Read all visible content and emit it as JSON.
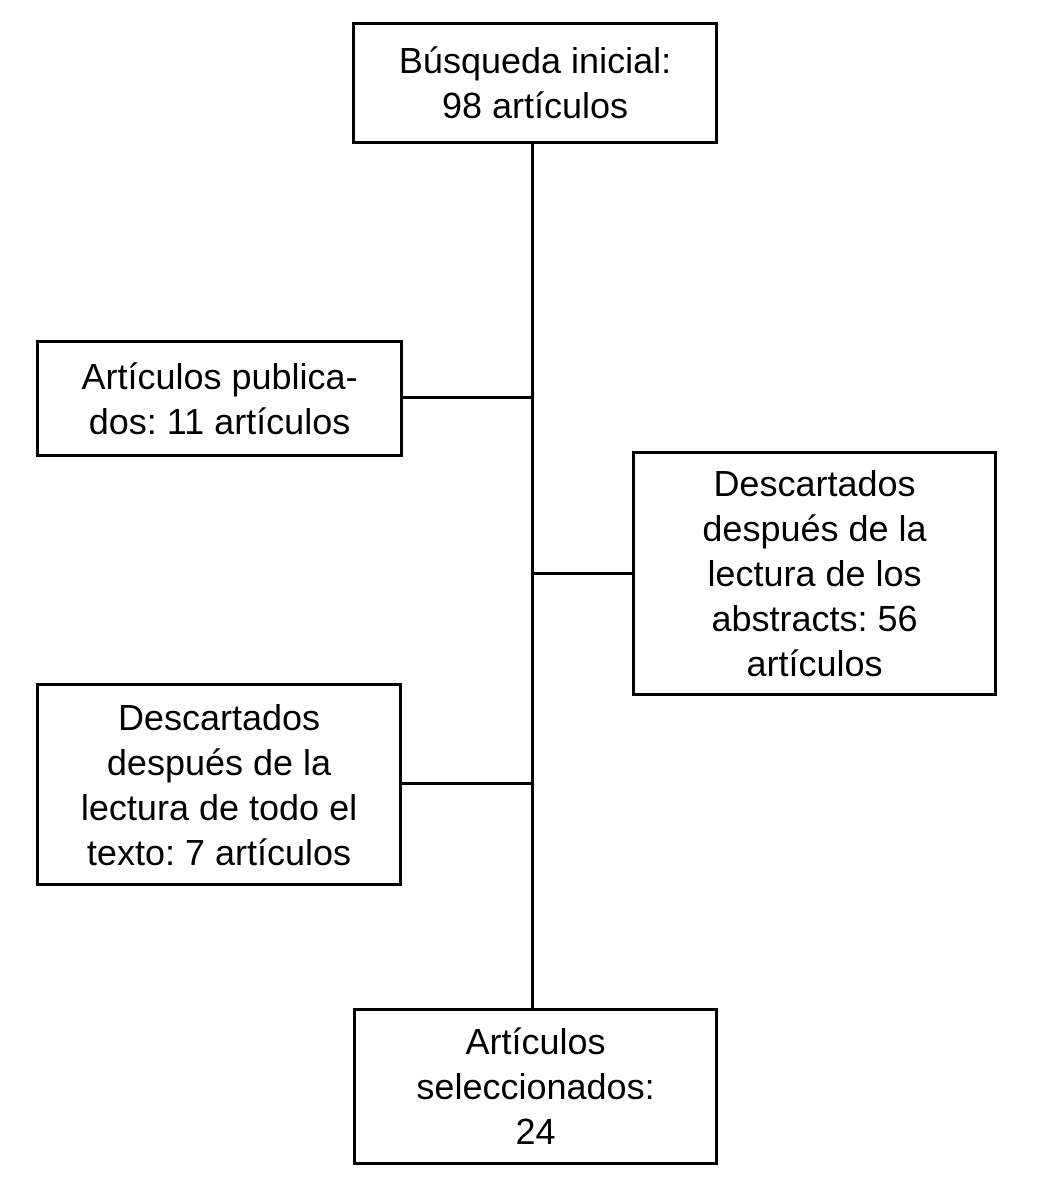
{
  "diagram": {
    "type": "flowchart",
    "language": "es",
    "colors": {
      "background": "#ffffff",
      "border": "#000000",
      "line": "#000000",
      "text": "#000000"
    },
    "boxes": {
      "initial": {
        "text": "Búsqueda inicial:\n98 artículos",
        "count": 98
      },
      "published": {
        "text": "Artículos publica-\ndos: 11 artículos",
        "count": 11
      },
      "discarded_abstracts": {
        "text": "Descartados\ndespués de la\nlectura de los\nabstracts: 56\nartículos",
        "count": 56
      },
      "discarded_fulltext": {
        "text": "Descartados\ndespués de la\nlectura de todo el\ntexto: 7 artículos",
        "count": 7
      },
      "selected": {
        "text": "Artículos\nseleccionados:\n24",
        "count": 24
      }
    }
  }
}
